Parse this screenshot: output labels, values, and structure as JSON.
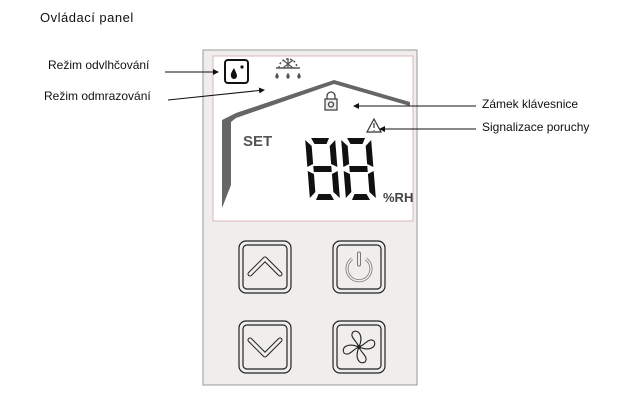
{
  "title": "Ovládací panel",
  "labels": {
    "dehumidify_mode": "Režim odvlhčování",
    "defrost_mode": "Režim odmrazování",
    "keypad_lock": "Zámek klávesnice",
    "fault_signal": "Signalizace poruchy"
  },
  "display": {
    "set_label": "SET",
    "digits": "88",
    "unit": "%RH"
  },
  "buttons": [
    "up",
    "power",
    "down",
    "fan"
  ]
}
